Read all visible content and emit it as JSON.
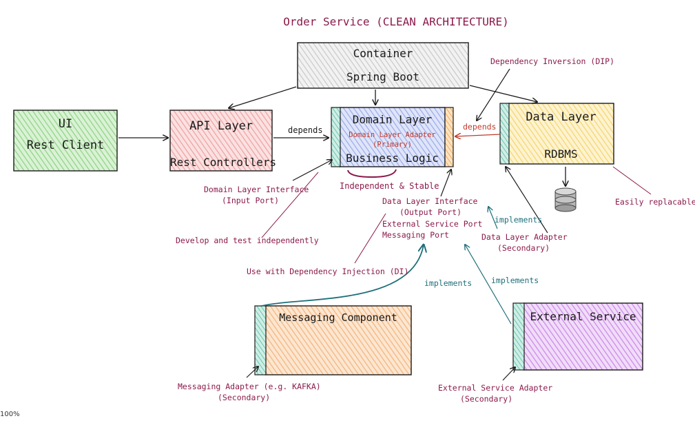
{
  "title": "Order Service (CLEAN ARCHITECTURE)",
  "boxes": {
    "container": {
      "line1": "Container",
      "line2": "Spring Boot"
    },
    "ui": {
      "line1": "UI",
      "line2": "Rest Client"
    },
    "api": {
      "line1": "API Layer",
      "line2": "Rest Controllers"
    },
    "domain": {
      "line1": "Domain Layer",
      "adapter": "Domain Layer Adapter",
      "adapter_sub": "(Primary)",
      "line2": "Business Logic"
    },
    "data": {
      "line1": "Data Layer",
      "line2": "RDBMS"
    },
    "messaging": {
      "line1": "Messaging Component"
    },
    "external": {
      "line1": "External Service"
    }
  },
  "labels": {
    "depends_api": "depends",
    "depends_data": "depends",
    "dip": "Dependency Inversion (DIP)",
    "independent": "Independent & Stable",
    "domain_interface_1": "Domain Layer Interface",
    "domain_interface_2": "(Input Port)",
    "develop": "Develop and test independently",
    "ports_1": "Data Layer Interface",
    "ports_2": "(Output Port)",
    "ports_3": "External Service Port",
    "ports_4": "Messaging Port",
    "implements_data": "implements",
    "data_adapter_1": "Data Layer Adapter",
    "data_adapter_2": "(Secondary)",
    "easily": "Easily replacable",
    "di": "Use with Dependency Injection (DI)",
    "implements_msg": "implements",
    "implements_ext": "implements",
    "msg_adapter_1": "Messaging Adapter (e.g. KAFKA)",
    "msg_adapter_2": "(Secondary)",
    "ext_adapter_1": "External Service Adapter",
    "ext_adapter_2": "(Secondary)"
  },
  "zoom": "100%",
  "colors": {
    "accent": "#8b1a4a",
    "teal": "#1f6f7a",
    "ui": "#b9e6b0",
    "api": "#f6c3c3",
    "domain": "#c5cff2",
    "data": "#fbe7a6",
    "messaging": "#f9d2ad",
    "external": "#e0b8f2",
    "container": "#e2e2e2"
  }
}
